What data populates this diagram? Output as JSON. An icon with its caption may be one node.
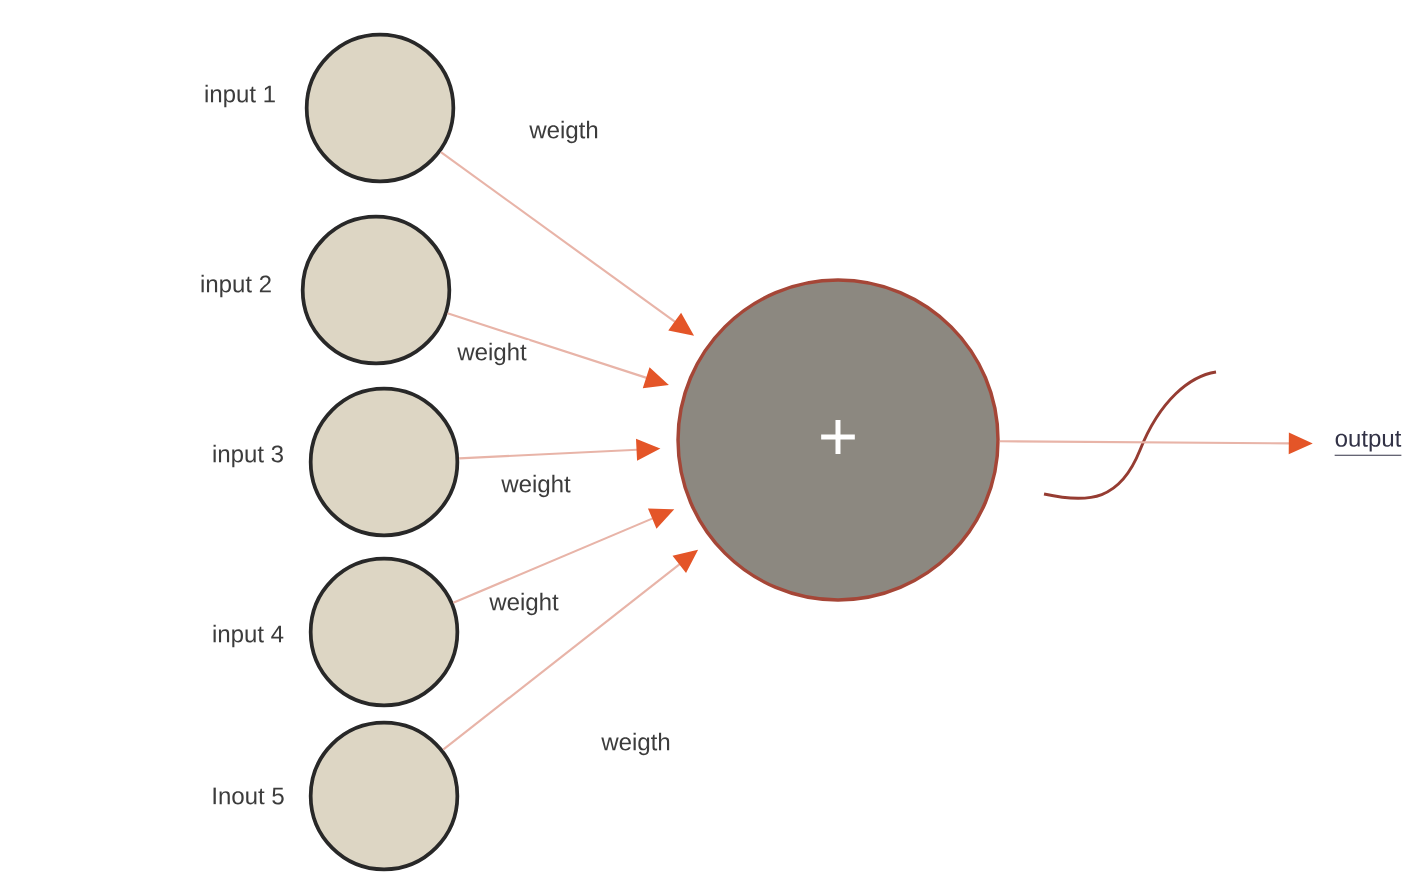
{
  "diagram": {
    "nodes": [
      {
        "text": [],
        "shape": "circle",
        "beside": [
          "input 1"
        ]
      },
      {
        "text": [],
        "shape": "circle",
        "beside": [
          "input 2"
        ]
      },
      {
        "text": [],
        "shape": "circle",
        "beside": [
          "input 3"
        ]
      },
      {
        "text": [],
        "shape": "circle",
        "beside": [
          "input 4"
        ]
      },
      {
        "text": [],
        "shape": "circle",
        "beside": [
          "Inout 5"
        ]
      },
      {
        "text": [
          "+"
        ]
      },
      {
        "text": [
          "output"
        ]
      }
    ],
    "edges": [
      {
        "from": 0,
        "to": 5,
        "arrow": "to",
        "label": "weigth"
      },
      {
        "from": 1,
        "to": 5,
        "arrow": "to",
        "label": "weight"
      },
      {
        "from": 2,
        "to": 5,
        "arrow": "to",
        "label": "weight"
      },
      {
        "from": 3,
        "to": 5,
        "arrow": "to",
        "label": "weight"
      },
      {
        "from": 4,
        "to": 5,
        "arrow": "to",
        "label": "weigth"
      },
      {
        "from": 5,
        "to": 6,
        "arrow": "to"
      }
    ]
  }
}
